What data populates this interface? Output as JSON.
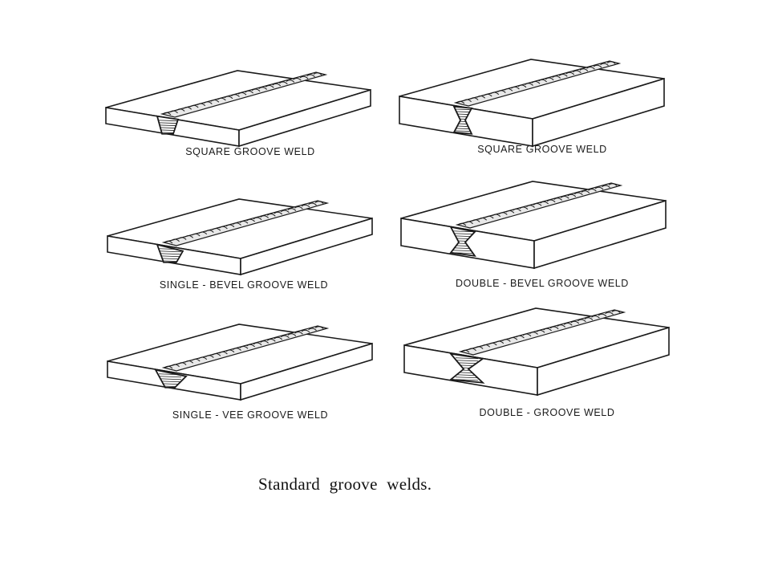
{
  "figure": {
    "caption": "Standard  groove  welds.",
    "panels": [
      {
        "id": "p1",
        "label": "SQUARE  GROOVE  WELD",
        "joint": "square",
        "sides": "single"
      },
      {
        "id": "p2",
        "label": "SQUARE  GROOVE  WELD",
        "joint": "square",
        "sides": "double"
      },
      {
        "id": "p3",
        "label": "SINGLE - BEVEL  GROOVE  WELD",
        "joint": "bevel",
        "sides": "single"
      },
      {
        "id": "p4",
        "label": "DOUBLE - BEVEL  GROOVE  WELD",
        "joint": "bevel",
        "sides": "double"
      },
      {
        "id": "p5",
        "label": "SINGLE - VEE  GROOVE  WELD",
        "joint": "vee",
        "sides": "single"
      },
      {
        "id": "p6",
        "label": "DOUBLE - GROOVE  WELD",
        "joint": "vee",
        "sides": "double"
      }
    ]
  }
}
